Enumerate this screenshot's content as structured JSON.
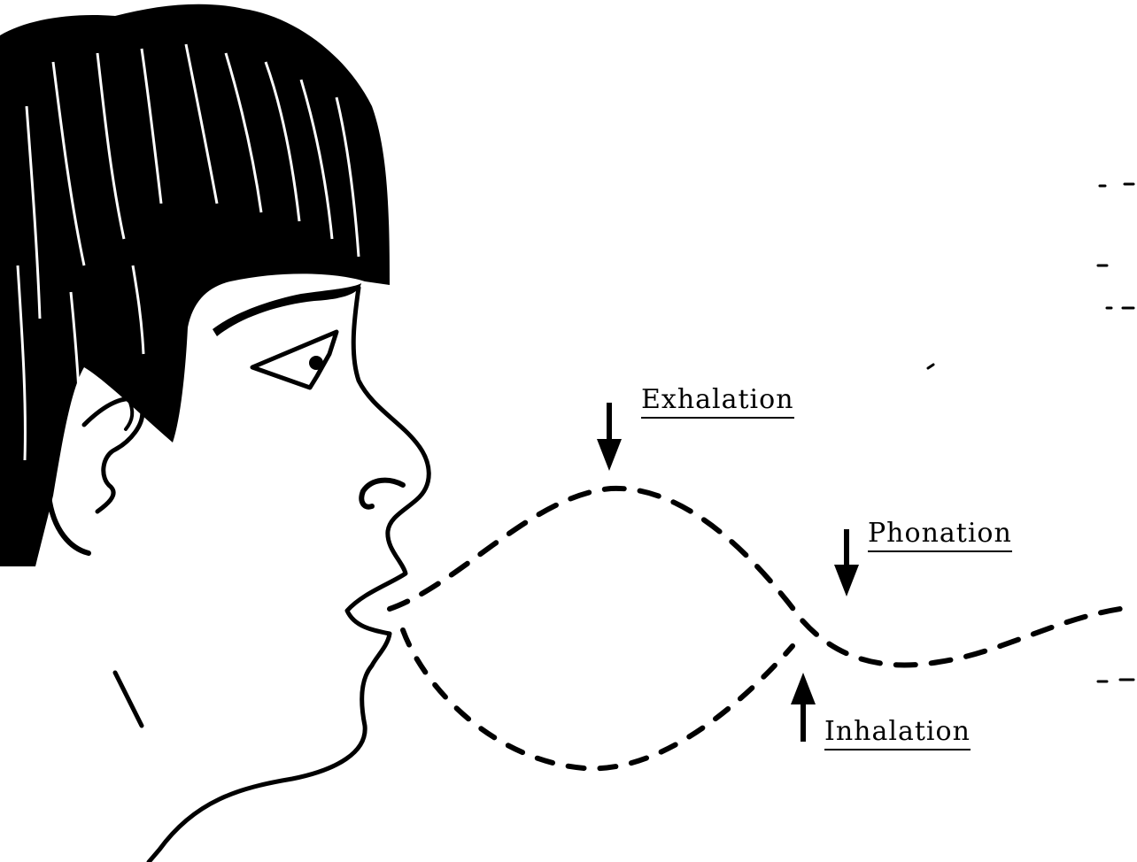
{
  "labels": {
    "exhalation": "Exhalation",
    "phonation": "Phonation",
    "inhalation": "Inhalation"
  },
  "colors": {
    "ink": "#000000",
    "paper": "#ffffff"
  },
  "icons": [
    "head-profile-drawing",
    "down-arrow-icon",
    "up-arrow-icon"
  ]
}
